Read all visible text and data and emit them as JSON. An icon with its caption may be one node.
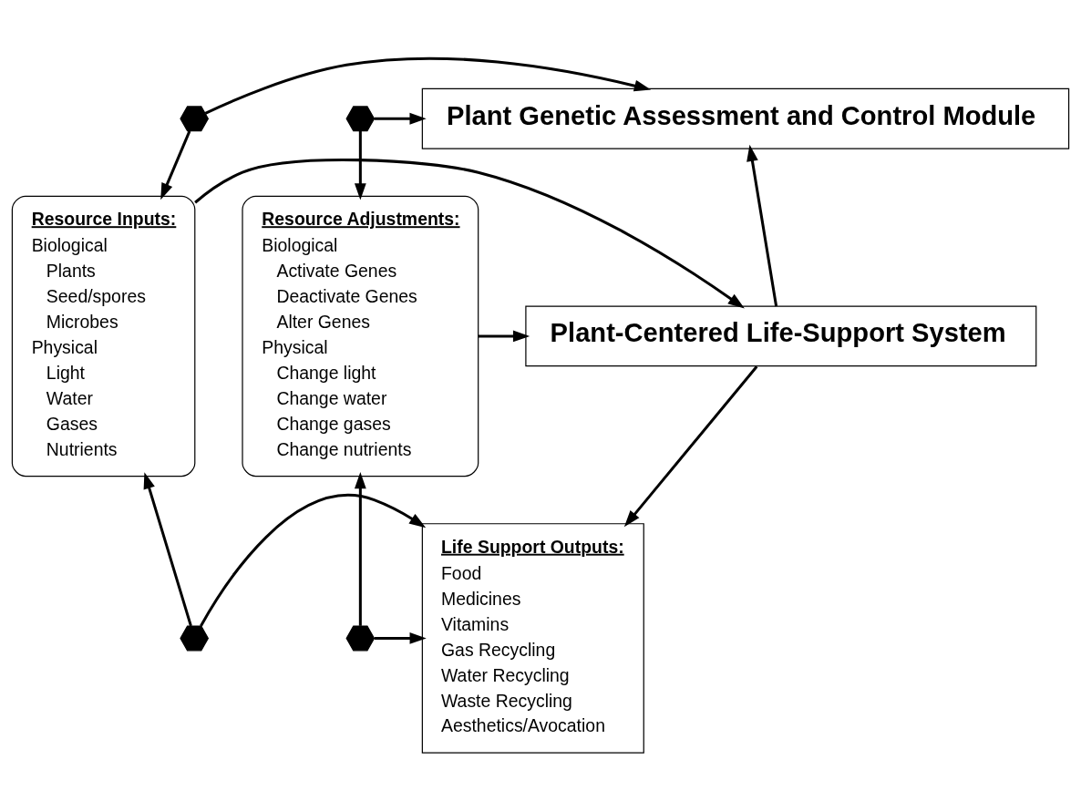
{
  "diagram": {
    "nodes": [
      {
        "text": [
          "Plant Genetic Assessment and Control Module"
        ]
      },
      {
        "text": [],
        "shape": "hexagon"
      },
      {
        "text": [],
        "shape": "hexagon"
      },
      {
        "text": [
          "Resource Inputs:",
          "Biological",
          "Plants",
          "Seed/spores",
          "Microbes",
          "Physical",
          "Light",
          "Water",
          "Gases",
          "Nutrients"
        ]
      },
      {
        "text": [
          "Plant-Centered Life-Support System"
        ]
      },
      {
        "text": [
          "Resource Adjustments:",
          "Biological",
          "Activate Genes",
          "Deactivate Genes",
          "Alter Genes",
          "Physical",
          "Change light",
          "Change water",
          "Change gases",
          "Change nutrients"
        ]
      },
      {
        "text": [
          "Life Support Outputs:",
          "Food",
          "Medicines",
          "Vitamins",
          "Gas Recycling",
          "Water Recycling",
          "Waste Recycling",
          "Aesthetics/Avocation"
        ]
      },
      {
        "text": [],
        "shape": "hexagon"
      },
      {
        "text": [],
        "shape": "hexagon"
      }
    ],
    "edges": [
      {
        "from": 1,
        "to": 0,
        "arrow": "to"
      },
      {
        "from": 1,
        "to": 3,
        "arrow": "to"
      },
      {
        "from": 2,
        "to": 0,
        "arrow": "to"
      },
      {
        "from": 2,
        "to": 5,
        "arrow": "to"
      },
      {
        "from": 4,
        "to": 0,
        "arrow": "to"
      },
      {
        "from": 3,
        "to": 4,
        "arrow": "to"
      },
      {
        "from": 5,
        "to": 4,
        "arrow": "to"
      },
      {
        "from": 4,
        "to": 6,
        "arrow": "to"
      },
      {
        "from": 7,
        "to": 3,
        "arrow": "to"
      },
      {
        "from": 7,
        "to": 6,
        "arrow": "to"
      },
      {
        "from": 8,
        "to": 5,
        "arrow": "to"
      },
      {
        "from": 8,
        "to": 6,
        "arrow": "to"
      }
    ]
  }
}
